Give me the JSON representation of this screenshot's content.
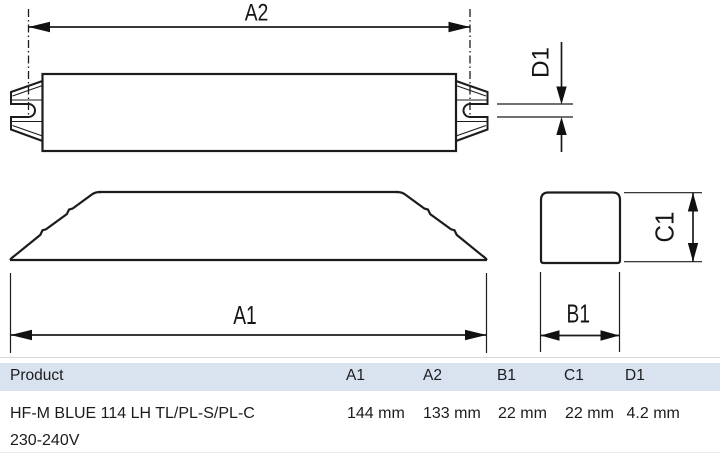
{
  "drawing": {
    "labels": {
      "a2": "A2",
      "d1": "D1",
      "a1": "A1",
      "b1": "B1",
      "c1": "C1"
    }
  },
  "table": {
    "header_bg": "#d9e2ef",
    "top_rule_color": "#d8d8d8",
    "bottom_rule_color": "#ece9e9",
    "headers": [
      "Product",
      "A1",
      "A2",
      "B1",
      "C1",
      "D1"
    ],
    "row": {
      "product_line1": "HF-M BLUE 114 LH TL/PL-S/PL-C",
      "product_line2": "230-240V",
      "a1": "144 mm",
      "a2": "133 mm",
      "b1": "22 mm",
      "c1": "22 mm",
      "d1": "4.2 mm"
    }
  }
}
